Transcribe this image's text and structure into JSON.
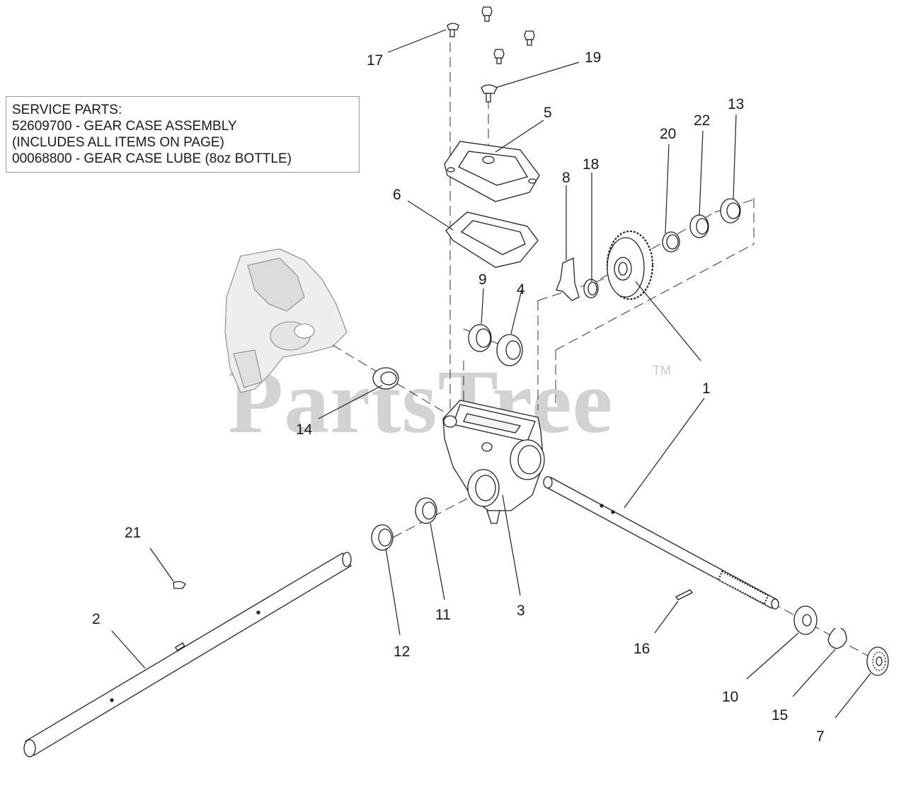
{
  "service_parts": {
    "title": "SERVICE PARTS:",
    "lines": [
      "52609700 - GEAR CASE ASSEMBLY",
      "(INCLUDES ALL ITEMS ON PAGE)",
      "00068800 - GEAR CASE LUBE (8oz BOTTLE)"
    ]
  },
  "watermark": {
    "brand": "PartsTree",
    "tm": "TM"
  },
  "callouts": [
    "1",
    "2",
    "3",
    "4",
    "5",
    "6",
    "7",
    "8",
    "9",
    "10",
    "11",
    "12",
    "13",
    "14",
    "15",
    "16",
    "17",
    "18",
    "19",
    "20",
    "21",
    "22"
  ],
  "colors": {
    "line": "#222222",
    "part_fill": "#ffffff",
    "ghost_fill": "#eeeeee",
    "watermark": "#d2d2d2"
  }
}
